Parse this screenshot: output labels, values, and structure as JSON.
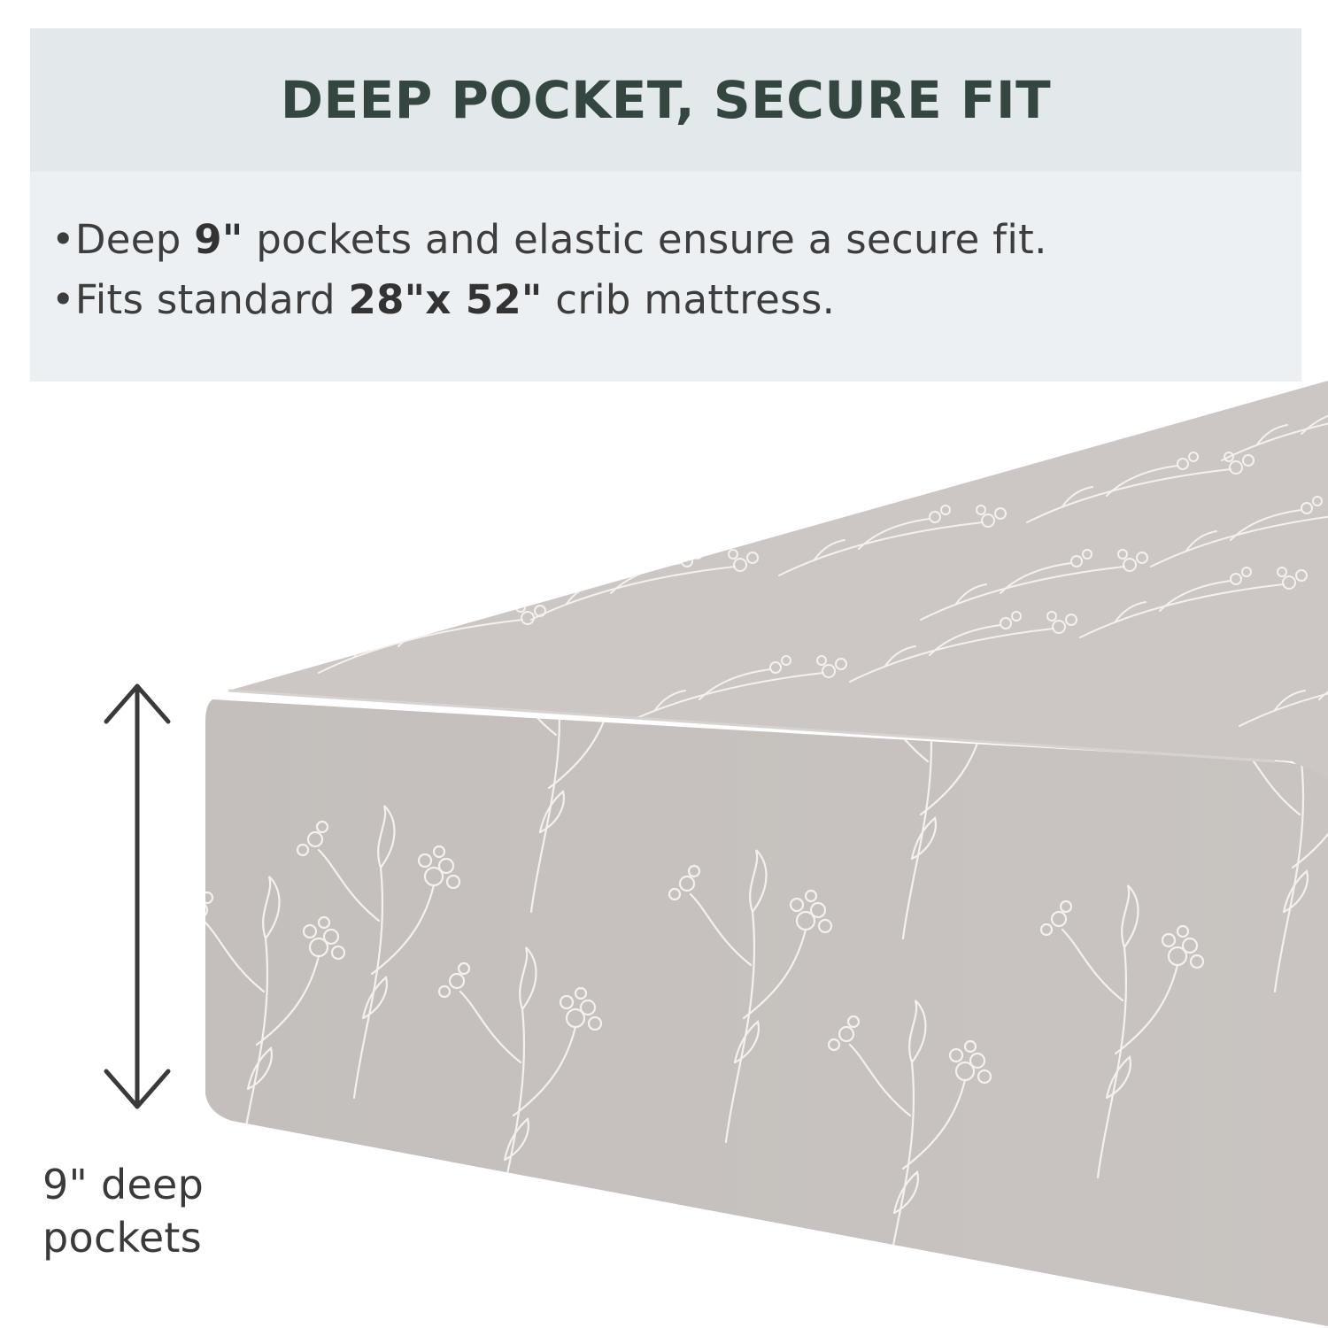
{
  "header": {
    "title": "DEEP POCKET, SECURE FIT"
  },
  "bullets": [
    {
      "marker": "•",
      "pre": "Deep ",
      "bold": "9\"",
      "post": " pockets and elastic ensure a secure fit."
    },
    {
      "marker": "•",
      "pre": "Fits standard ",
      "bold": "28\"x 52\"",
      "post": " crib mattress."
    }
  ],
  "depth_label": {
    "line1": "9\" deep",
    "line2": "pockets"
  },
  "colors": {
    "title_band": "#e3e8eb",
    "bullets_band": "#ecf0f3",
    "title_text": "#33463f",
    "sheet": "#c8c3c0",
    "pattern": "#f2f0ee",
    "arrow": "#3a3a3a"
  },
  "icons": {
    "depth_arrow": "double-headed-vertical-arrow-icon"
  }
}
